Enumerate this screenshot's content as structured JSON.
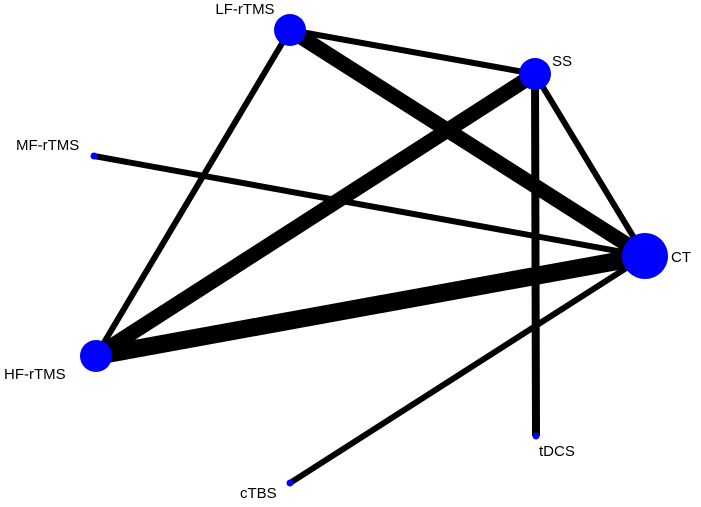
{
  "colors": {
    "edge": "#000000",
    "node": "#0000ff",
    "background": "#ffffff"
  },
  "nodes": [
    {
      "id": "LF-rTMS",
      "label": "LF-rTMS",
      "size": "medium"
    },
    {
      "id": "SS",
      "label": "SS",
      "size": "medium"
    },
    {
      "id": "MF-rTMS",
      "label": "MF-rTMS",
      "size": "small"
    },
    {
      "id": "CT",
      "label": "CT",
      "size": "large"
    },
    {
      "id": "HF-rTMS",
      "label": "HF-rTMS",
      "size": "medium"
    },
    {
      "id": "tDCS",
      "label": "tDCS",
      "size": "small"
    },
    {
      "id": "cTBS",
      "label": "cTBS",
      "size": "small"
    }
  ],
  "edges": [
    {
      "from": "LF-rTMS",
      "to": "SS",
      "weight": "thin"
    },
    {
      "from": "LF-rTMS",
      "to": "CT",
      "weight": "thick"
    },
    {
      "from": "LF-rTMS",
      "to": "HF-rTMS",
      "weight": "thin"
    },
    {
      "from": "SS",
      "to": "CT",
      "weight": "thin"
    },
    {
      "from": "SS",
      "to": "HF-rTMS",
      "weight": "thick"
    },
    {
      "from": "SS",
      "to": "tDCS",
      "weight": "medium"
    },
    {
      "from": "MF-rTMS",
      "to": "CT",
      "weight": "thin"
    },
    {
      "from": "HF-rTMS",
      "to": "CT",
      "weight": "thickest"
    },
    {
      "from": "cTBS",
      "to": "CT",
      "weight": "thin"
    }
  ]
}
